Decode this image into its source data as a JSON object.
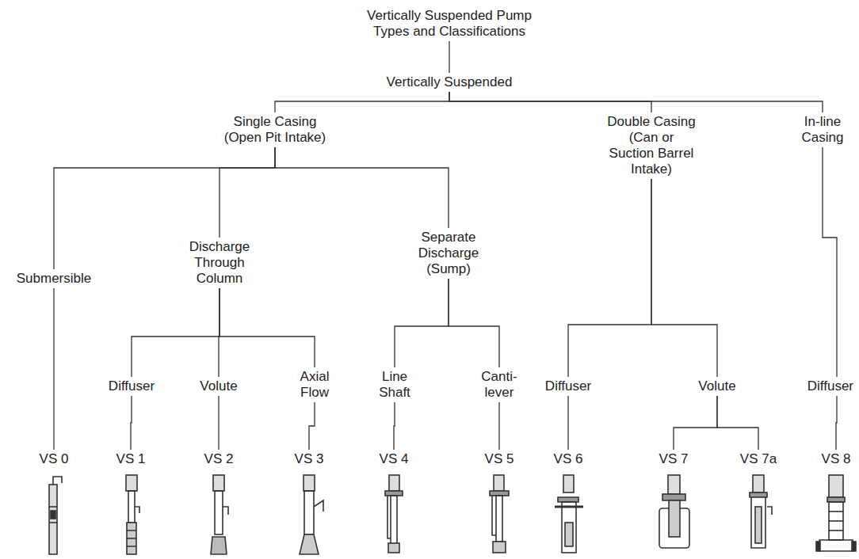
{
  "diagram": {
    "nodes": [
      {
        "text": [
          "Vertically Suspended Pump Types and Classifications"
        ]
      },
      {
        "text": [
          "Vertically Suspended"
        ]
      },
      {
        "text": [
          "Single Casing (Open Pit Intake)"
        ]
      },
      {
        "text": [
          "Double Casing (Can or Suction Barrel Intake)"
        ]
      },
      {
        "text": [
          "In-line Casing"
        ]
      },
      {
        "text": [
          "Submersible"
        ]
      },
      {
        "text": [
          "Discharge Through Column"
        ]
      },
      {
        "text": [
          "Separate Discharge (Sump)"
        ]
      },
      {
        "text": [
          "Diffuser"
        ]
      },
      {
        "text": [
          "Volute"
        ]
      },
      {
        "text": [
          "Axial Flow"
        ]
      },
      {
        "text": [
          "Line Shaft"
        ]
      },
      {
        "text": [
          "Canti- lever"
        ]
      },
      {
        "text": [
          "Diffuser"
        ]
      },
      {
        "text": [
          "Volute"
        ]
      },
      {
        "text": [
          "Diffuser"
        ]
      },
      {
        "text": [
          "VS 0"
        ]
      },
      {
        "text": [
          "VS 1"
        ]
      },
      {
        "text": [
          "VS 2"
        ]
      },
      {
        "text": [
          "VS 3"
        ]
      },
      {
        "text": [
          "VS 4"
        ]
      },
      {
        "text": [
          "VS 5"
        ]
      },
      {
        "text": [
          "VS 6"
        ]
      },
      {
        "text": [
          "VS 7"
        ]
      },
      {
        "text": [
          "VS 7a"
        ]
      },
      {
        "text": [
          "VS 8"
        ]
      }
    ],
    "edges": [
      {
        "from": 0,
        "to": 1,
        "arrow": "none"
      },
      {
        "from": 1,
        "to": 2,
        "arrow": "none"
      },
      {
        "from": 1,
        "to": 3,
        "arrow": "none"
      },
      {
        "from": 1,
        "to": 4,
        "arrow": "none"
      },
      {
        "from": 2,
        "to": 5,
        "arrow": "none"
      },
      {
        "from": 2,
        "to": 6,
        "arrow": "none"
      },
      {
        "from": 2,
        "to": 7,
        "arrow": "none"
      },
      {
        "from": 6,
        "to": 8,
        "arrow": "none"
      },
      {
        "from": 6,
        "to": 9,
        "arrow": "none"
      },
      {
        "from": 6,
        "to": 10,
        "arrow": "none"
      },
      {
        "from": 7,
        "to": 11,
        "arrow": "none"
      },
      {
        "from": 7,
        "to": 12,
        "arrow": "none"
      },
      {
        "from": 3,
        "to": 13,
        "arrow": "none"
      },
      {
        "from": 3,
        "to": 14,
        "arrow": "none"
      },
      {
        "from": 4,
        "to": 15,
        "arrow": "none"
      },
      {
        "from": 5,
        "to": 16,
        "arrow": "none"
      },
      {
        "from": 8,
        "to": 17,
        "arrow": "none"
      },
      {
        "from": 9,
        "to": 18,
        "arrow": "none"
      },
      {
        "from": 10,
        "to": 19,
        "arrow": "none"
      },
      {
        "from": 11,
        "to": 20,
        "arrow": "none"
      },
      {
        "from": 12,
        "to": 21,
        "arrow": "none"
      },
      {
        "from": 13,
        "to": 22,
        "arrow": "none"
      },
      {
        "from": 14,
        "to": 23,
        "arrow": "none"
      },
      {
        "from": 14,
        "to": 24,
        "arrow": "none"
      },
      {
        "from": 15,
        "to": 25,
        "arrow": "none"
      }
    ]
  }
}
